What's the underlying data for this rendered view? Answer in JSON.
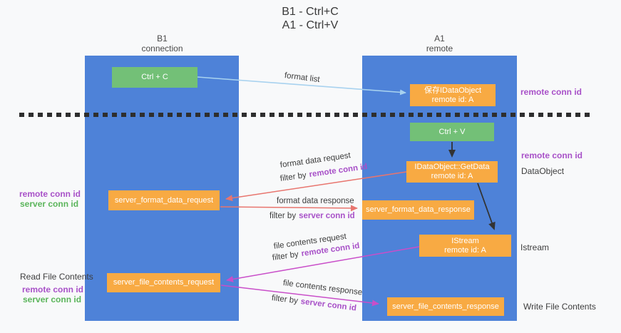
{
  "title": {
    "line1": "B1 - Ctrl+C",
    "line2": "A1 - Ctrl+V"
  },
  "columns": {
    "left": {
      "name": "B1",
      "role": "connection"
    },
    "right": {
      "name": "A1",
      "role": "remote"
    }
  },
  "boxes": {
    "ctrl_c": {
      "label": "Ctrl + C"
    },
    "ctrl_v": {
      "label": "Ctrl + V"
    },
    "saved_dataobject": {
      "line1": "保存IDataObject",
      "line2": "remote id: A"
    },
    "getdata": {
      "line1": "IDataObject::GetData",
      "line2": "remote id: A"
    },
    "istream": {
      "line1": "IStream",
      "line2": "remote id: A"
    },
    "server_format_data_request": {
      "label": "server_format_data_request"
    },
    "server_format_data_response": {
      "label": "server_format_data_response"
    },
    "server_file_contents_request": {
      "label": "server_file_contents_request"
    },
    "server_file_contents_response": {
      "label": "server_file_contents_response"
    }
  },
  "arrow_labels": {
    "format_list": "format list",
    "format_data_request": "format data request",
    "format_data_response": "format data response",
    "file_contents_request": "file contents request",
    "file_contents_response": "file contents response",
    "filter_by": "filter by",
    "remote_conn_id": "remote conn id",
    "server_conn_id": "server conn id"
  },
  "side_labels": {
    "remote_conn_id": "remote conn id",
    "server_conn_id": "server conn id",
    "dataobject": "DataObject",
    "istream": "Istream",
    "read_file_contents": "Read File Contents",
    "write_file_contents": "Write File Contents"
  },
  "colors": {
    "background": "#f8f9fa",
    "column_blue": "#4e82d8",
    "box_orange": "#f8aa43",
    "box_green": "#73c077",
    "arrow_lightblue": "#a8d2ef",
    "arrow_salmon": "#e8756e",
    "arrow_magenta": "#c94ec9",
    "arrow_black": "#333333",
    "text_purple": "#a851c8",
    "text_green": "#5bb55b",
    "text_dark": "#3d3d3d"
  }
}
